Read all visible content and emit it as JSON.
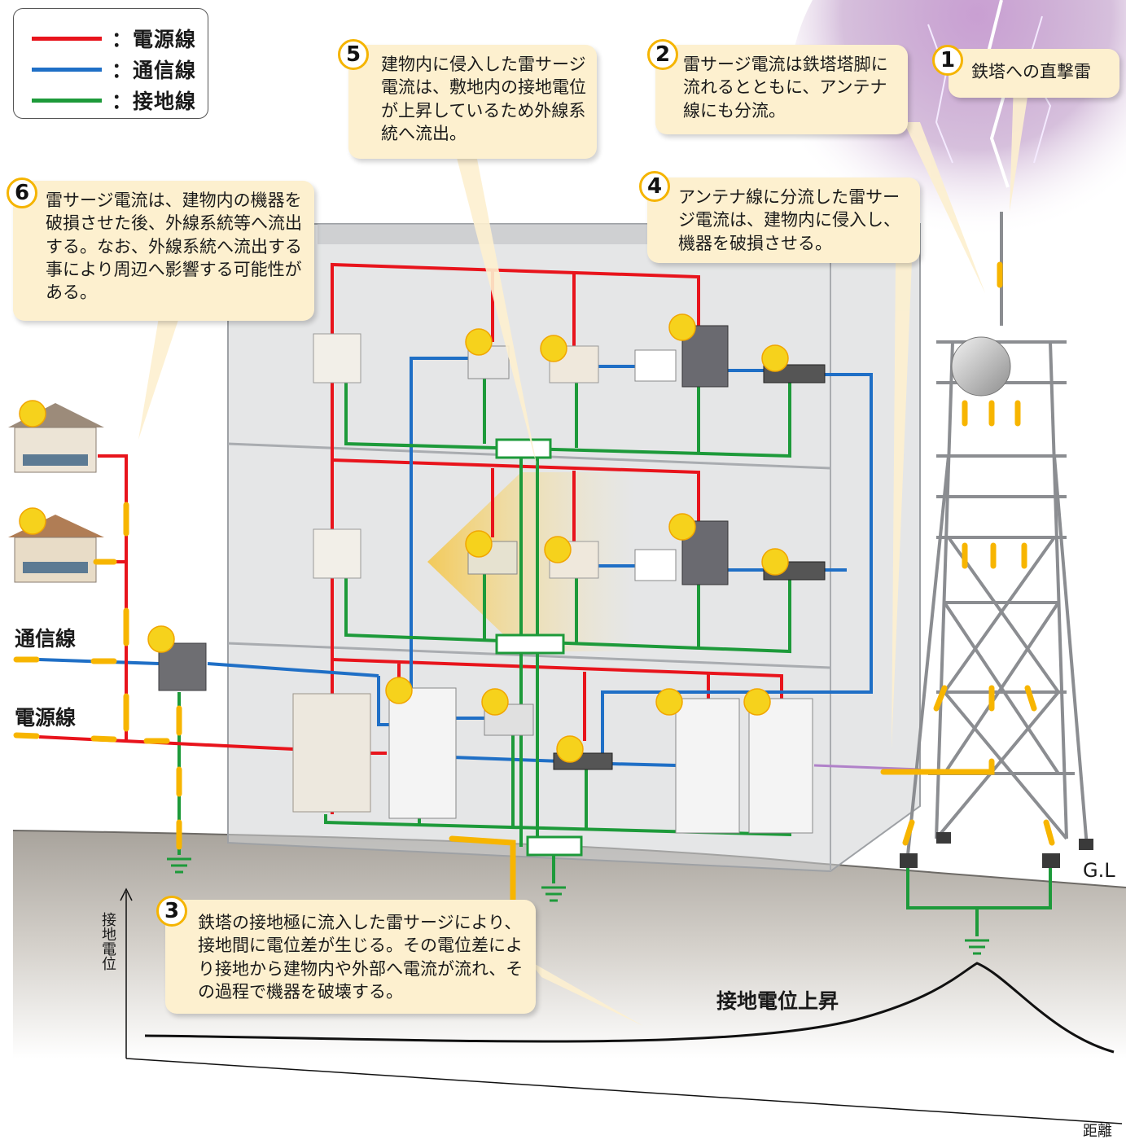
{
  "legend": [
    {
      "label": "：電源線",
      "color": "#e8141c"
    },
    {
      "label": "：通信線",
      "color": "#1f6fc6"
    },
    {
      "label": "：接地線",
      "color": "#1d9a3a"
    }
  ],
  "callouts": [
    {
      "number": "1",
      "text": "鉄塔への直撃雷"
    },
    {
      "number": "2",
      "text": "雷サージ電流は鉄塔塔脚に流れるとともに、アンテナ線にも分流。"
    },
    {
      "number": "3",
      "text": "鉄塔の接地極に流入した雷サージにより、接地間に電位差が生じる。その電位差により接地から建物内や外部へ電流が流れ、その過程で機器を破壊する。"
    },
    {
      "number": "4",
      "text": "アンテナ線に分流した雷サージ電流は、建物内に侵入し、機器を破損させる。"
    },
    {
      "number": "5",
      "text": "建物内に侵入した雷サージ電流は、敷地内の接地電位が上昇しているため外線系統へ流出。"
    },
    {
      "number": "6",
      "text": "雷サージ電流は、建物内の機器を破損させた後、外線系統等へ流出する。なお、外線系統へ流出する事により周辺へ影響する可能性がある。"
    }
  ],
  "labels": {
    "comm_line": "通信線",
    "power_line": "電源線",
    "ground_level": "G.L",
    "potential_rise": "接地電位上昇",
    "y_axis": "接地電位",
    "x_axis": "距離"
  },
  "colors": {
    "power": "#e8141c",
    "comm": "#1f6fc6",
    "ground": "#1d9a3a",
    "surge_arrow": "#f7b500",
    "callout_bg": "#fdf0cf",
    "lightning_sky": "#9a6aa8"
  }
}
